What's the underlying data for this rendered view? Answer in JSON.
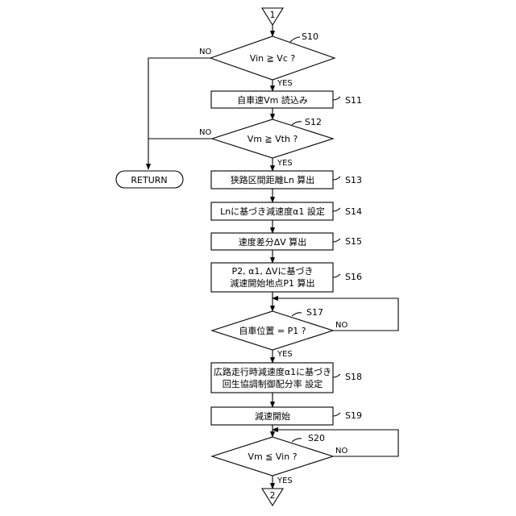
{
  "connectors": {
    "top": "1",
    "bottom": "2"
  },
  "return_label": "RETURN",
  "edges": {
    "yes": "YES",
    "no": "NO"
  },
  "steps": {
    "s10": {
      "id": "S10",
      "text": "Vin ≧ Vc ?"
    },
    "s11": {
      "id": "S11",
      "text": "自車速Vm 読込み"
    },
    "s12": {
      "id": "S12",
      "text": "Vm ≧ Vth ?"
    },
    "s13": {
      "id": "S13",
      "text": "狭路区間距離Ln 算出"
    },
    "s14": {
      "id": "S14",
      "text": "Lnに基づき減速度α1 設定"
    },
    "s15": {
      "id": "S15",
      "text": "速度差分ΔV 算出"
    },
    "s16": {
      "id": "S16",
      "line1": "P2, α1, ΔVに基づき",
      "line2": "減速開始地点P1 算出"
    },
    "s17": {
      "id": "S17",
      "text": "自車位置 = P1 ?"
    },
    "s18": {
      "id": "S18",
      "line1": "広路走行時減速度α1に基づき",
      "line2": "回生協調制御配分率 設定"
    },
    "s19": {
      "id": "S19",
      "text": "減速開始"
    },
    "s20": {
      "id": "S20",
      "text": "Vm ≦ Vin ?"
    }
  }
}
